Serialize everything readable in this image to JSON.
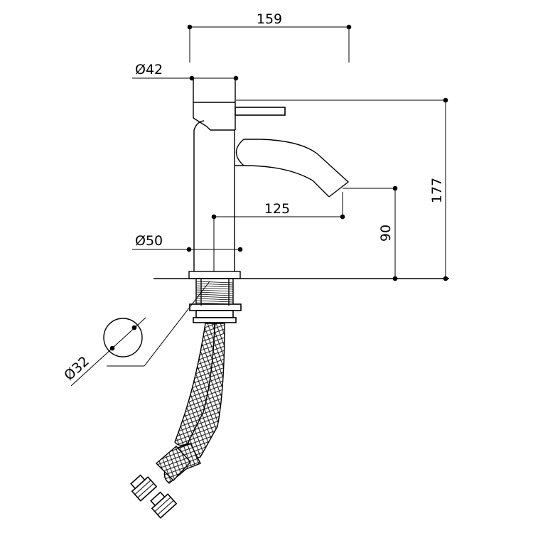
{
  "dimensions": {
    "total_reach": "159",
    "body_diameter": "Ø42",
    "base_diameter": "Ø50",
    "spout_reach": "125",
    "spout_height": "90",
    "total_height": "177",
    "tail_diameter": "Ø32"
  },
  "colors": {
    "line": "#000000",
    "background": "#ffffff"
  }
}
